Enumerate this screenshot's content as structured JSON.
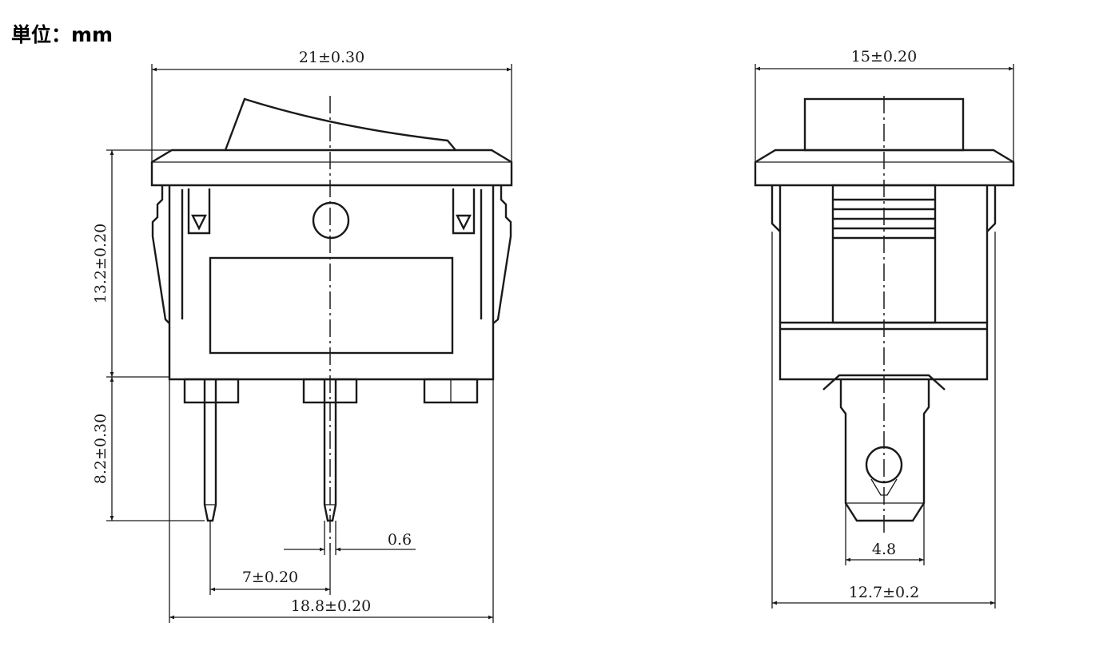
{
  "unit_label": "単位：mm",
  "front_view": {
    "dims": {
      "overall_width": "21±0.30",
      "body_height": "13.2±0.20",
      "terminal_length": "8.2±0.30",
      "terminal_thickness": "0.6",
      "terminal_pitch": "7±0.20",
      "body_width": "18.8±0.20"
    }
  },
  "side_view": {
    "dims": {
      "flange_width": "15±0.20",
      "terminal_width": "4.8",
      "body_width": "12.7±0.2"
    }
  }
}
